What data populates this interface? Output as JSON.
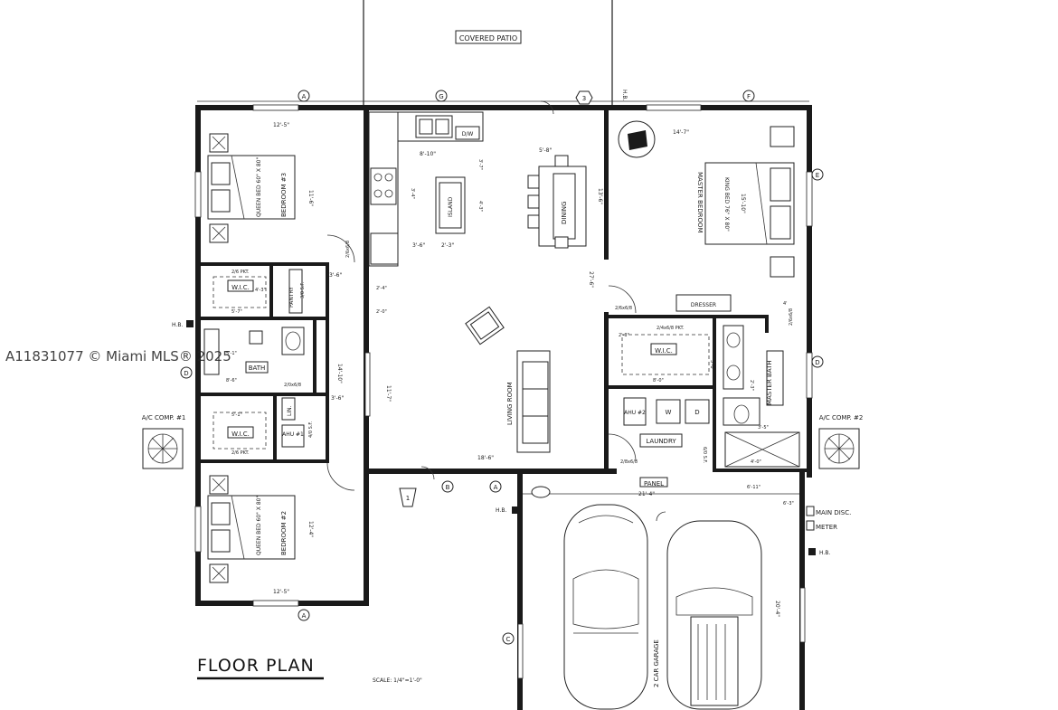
{
  "title": "FLOOR PLAN",
  "scale": "SCALE: 1/4\"=1'-0\"",
  "watermark": "A11831077 © Miami MLS® 2025",
  "rooms": {
    "covered_patio": "COVERED PATIO",
    "bedroom3": "BEDROOM #3",
    "bedroom3_bed": "QUEEN BED 60\" X 80\"",
    "bedroom2": "BEDROOM #2",
    "bedroom2_bed": "QUEEN BED 60\" X 80\"",
    "master": "MASTER BEDROOM",
    "master_bed": "KING BED 76\" X 80\"",
    "island": "ISLAND",
    "dining": "DINING",
    "living": "LIVING ROOM",
    "wic1": "W.I.C.",
    "wic2": "W.I.C.",
    "wic_master": "W.I.C.",
    "pantry": "PANTRY",
    "pantry_shelf": "3/0 S.F.",
    "bath": "BATH",
    "lin": "LIN.",
    "ahu1": "AHU #1",
    "ahu2": "AHU #2",
    "laundry": "LAUNDRY",
    "dresser": "DRESSER",
    "master_bath": "MASTER BATH",
    "garage": "2 CAR GARAGE",
    "dw": "D/W",
    "washer": "W",
    "dryer": "D",
    "ac1": "A/C COMP. #1",
    "ac2": "A/C COMP. #2",
    "panel": "PANEL",
    "main_disc": "MAIN DISC.",
    "meter": "METER",
    "hb1": "H.B.",
    "hb2": "H.B.",
    "hb3": "H.B.",
    "hb4": "H.B."
  },
  "door_labels": {
    "d1": "2/6 PKT.",
    "d2": "2/6x6/8",
    "d3": "2/0x6/8",
    "d4": "2/6 PKT.",
    "d5": "2/6x6/8",
    "d6": "2/4x6/8 PKT.",
    "d7": "2/6x6/8",
    "d8": "6/0 S.F.",
    "d9": "2/8x6/8",
    "d10": "4/0 S.F."
  },
  "dimensions": {
    "b3_top": "12'-5\"",
    "b3_side": "11'-6\"",
    "b2_bottom": "12'-5\"",
    "b2_side": "12'-4\"",
    "kitchen_top": "8'-10\"",
    "dining_top": "5'-8\"",
    "master_top": "14'-7\"",
    "master_side": "15'-10\"",
    "k1": "3'-4\"",
    "k2": "4'-3\"",
    "k3": "3'-6\"",
    "k4": "2'-3\"",
    "k5": "3'-7\"",
    "k6": "13'-6\"",
    "living_side": "27'-6\"",
    "living_bottom": "18'-6\"",
    "hall": "14'-10\"",
    "hall2": "3'-6\"",
    "hall3": "3'-6\"",
    "wic1_w": "4'-3\"",
    "wic1_b": "5'-7\"",
    "bath_w": "5'-1\"",
    "bath_b": "8'-6\"",
    "wic2_w": "5'-1\"",
    "l1": "3'-0\"",
    "l2": "11'-7\"",
    "garage_w": "21'-4\"",
    "garage_h": "20'-4\"",
    "wicm": "8'-0\"",
    "wicm2": "2'-3\"",
    "mb1": "2'-3\"",
    "mb2": "3'-5\"",
    "mb3": "6'-11\"",
    "mb4": "4'-0\"",
    "mb5": "6'-3\"",
    "hb": "5'-0\"",
    "m1": "4'",
    "m2": "5'-0\"",
    "k7": "2'-4\"",
    "k8": "2'-0\""
  },
  "markers": {
    "A_top": "A",
    "A_bottom": "A",
    "A_mid": "A",
    "B": "B",
    "C": "C",
    "D_left": "D",
    "D_right": "D",
    "E": "E",
    "F": "F",
    "G": "G",
    "n1": "1",
    "n3": "3"
  }
}
